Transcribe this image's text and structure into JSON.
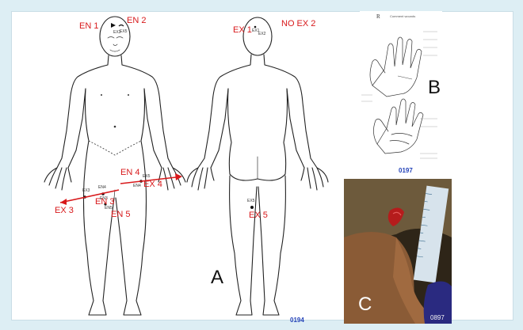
{
  "panels": {
    "a": {
      "letter": "A",
      "number": "0194",
      "front_labels": [
        "EN 1",
        "EN 2",
        "EN 4",
        "EX 4",
        "EX 3",
        "EN 3",
        "EN 5"
      ],
      "head_marks": [
        "EX3",
        "EX5"
      ],
      "leg_marks": [
        "EX3",
        "EN4",
        "EX5",
        "EN4",
        "EN3",
        "EN5"
      ],
      "back_labels": [
        "EX 1",
        "NO EX 2",
        "EX 5"
      ],
      "back_marks": [
        "EX1",
        "EX2",
        "EX5"
      ]
    },
    "b": {
      "letter": "B",
      "number": "0197",
      "heading": "R",
      "heading_note": "Comment wounds"
    },
    "c": {
      "letter": "C",
      "number": "0897"
    }
  },
  "colors": {
    "background": "#ddeef4",
    "label_red": "#d8191b",
    "number_blue": "#2342b8"
  }
}
